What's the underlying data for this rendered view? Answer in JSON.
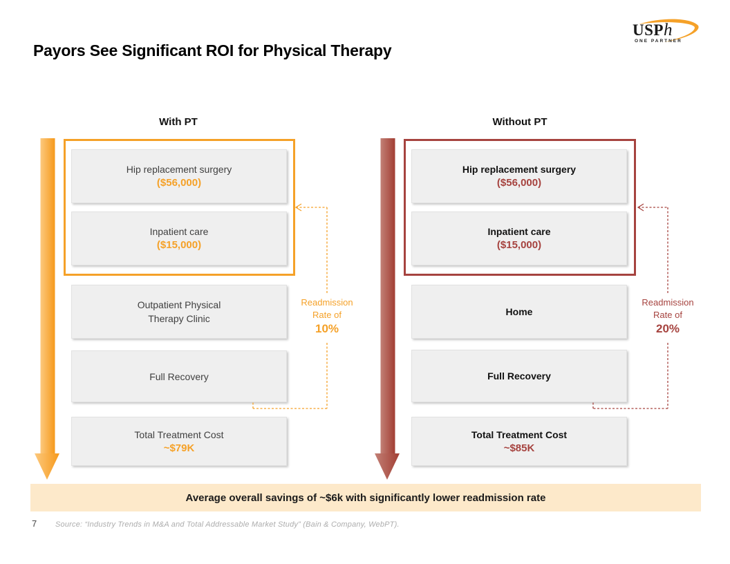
{
  "slide": {
    "title": "Payors See Significant ROI for Physical Therapy",
    "banner": "Average overall savings of ~$6k with significantly lower readmission rate",
    "page_number": "7",
    "source": "Source: “Industry Trends in M&A and Total Addressable Market Study” (Bain & Company, WebPT)."
  },
  "logo": {
    "text_main": "USP",
    "text_italic": "h",
    "tagline": "ONE PARTNER"
  },
  "colors": {
    "orange": "#F5A128",
    "red": "#A6433F",
    "banner_bg": "#FDE9CA",
    "box_bg": "#EFEFEF"
  },
  "with_pt": {
    "header": "With PT",
    "group": [
      {
        "text": "Hip replacement surgery",
        "value": "($56,000)"
      },
      {
        "text": "Inpatient care",
        "value": "($15,000)"
      }
    ],
    "flow": [
      {
        "text": "Outpatient Physical\nTherapy Clinic"
      },
      {
        "text": "Full Recovery"
      }
    ],
    "total": {
      "text": "Total Treatment Cost",
      "value": "~$79K"
    },
    "readmission": {
      "label": "Readmission\nRate of",
      "value": "10%"
    }
  },
  "without_pt": {
    "header": "Without PT",
    "group": [
      {
        "text": "Hip replacement surgery",
        "value": "($56,000)"
      },
      {
        "text": "Inpatient care",
        "value": "($15,000)"
      }
    ],
    "flow": [
      {
        "text": "Home"
      },
      {
        "text": "Full Recovery"
      }
    ],
    "total": {
      "text": "Total Treatment Cost",
      "value": "~$85K"
    },
    "readmission": {
      "label": "Readmission\nRate of",
      "value": "20%"
    }
  }
}
